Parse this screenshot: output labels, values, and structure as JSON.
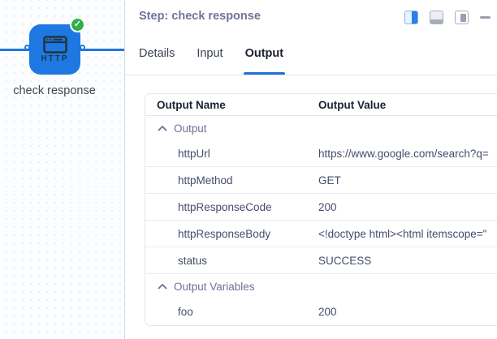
{
  "canvas": {
    "node_label": "check response",
    "node_icon_text": "HTTP",
    "node_status_icon": "checkmark"
  },
  "panel": {
    "title": "Step: check response",
    "window_controls": {
      "dock_right": "panel-dock-right",
      "dock_bottom": "panel-dock-bottom",
      "dock_float": "panel-dock-float",
      "minimize": "minimize"
    },
    "tabs": [
      {
        "label": "Details",
        "active": false
      },
      {
        "label": "Input",
        "active": false
      },
      {
        "label": "Output",
        "active": true
      }
    ],
    "table": {
      "columns": [
        "Output Name",
        "Output Value"
      ],
      "groups": [
        {
          "label": "Output",
          "collapsed": false,
          "rows": [
            {
              "name": "httpUrl",
              "value": "https://www.google.com/search?q="
            },
            {
              "name": "httpMethod",
              "value": "GET"
            },
            {
              "name": "httpResponseCode",
              "value": "200"
            },
            {
              "name": "httpResponseBody",
              "value": "<!doctype html><html itemscope=\""
            },
            {
              "name": "status",
              "value": "SUCCESS"
            }
          ]
        },
        {
          "label": "Output Variables",
          "collapsed": false,
          "rows": [
            {
              "name": "foo",
              "value": "200"
            }
          ]
        }
      ]
    }
  },
  "colors": {
    "accent_blue": "#2171d6",
    "node_blue": "#1e78e2",
    "success_green": "#2fb04a",
    "muted_slate": "#6a7199",
    "divider": "#e3e6ef"
  }
}
